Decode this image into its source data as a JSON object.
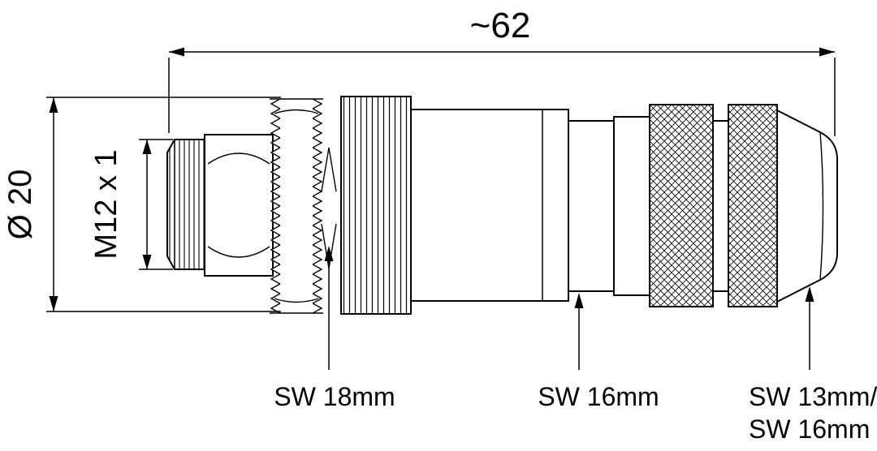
{
  "colors": {
    "ink": "#000000",
    "paper": "#ffffff"
  },
  "dimensions": {
    "overall_length": "~62",
    "outer_diameter": "Ø 20",
    "thread_spec": "M12 x 1"
  },
  "callouts": {
    "coupling_wrench": "SW 18mm",
    "body_wrench": "SW 16mm",
    "gland_wrench_line1": "SW 13mm/",
    "gland_wrench_line2": "SW 16mm"
  }
}
